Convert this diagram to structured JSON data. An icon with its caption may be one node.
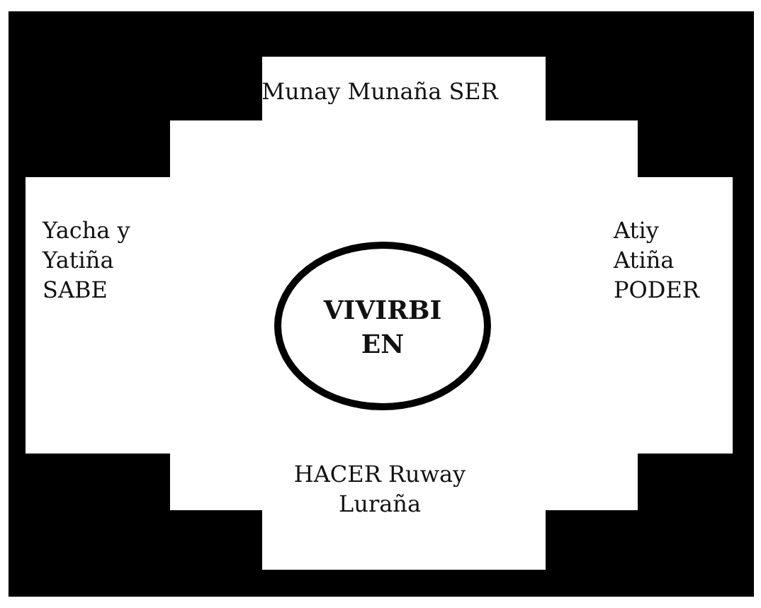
{
  "diagram": {
    "nodes": [
      {
        "text": [
          "Munay Munaña SER",
          "Yacha y Yatiña SABE",
          "Atiy Atiña PODER",
          "HACER Ruway Luraña"
        ]
      },
      {
        "text": [
          "VIVIRBI EN"
        ],
        "in": 0
      }
    ]
  }
}
